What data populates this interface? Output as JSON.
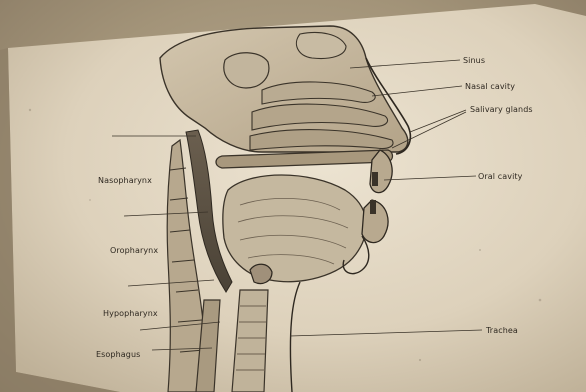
{
  "labels": {
    "sinus": "Sinus",
    "nasal_cavity": "Nasal cavity",
    "salivary_glands": "Salivary glands",
    "oral_cavity": "Oral cavity",
    "nasopharynx": "Nasopharynx",
    "oropharynx": "Oropharynx",
    "hypopharynx": "Hypopharynx",
    "esophagus": "Esophagus",
    "trachea": "Trachea"
  },
  "colors": {
    "paper": "#e4dac6",
    "ink": "#3a3329",
    "shade": "#8c7f6c"
  }
}
